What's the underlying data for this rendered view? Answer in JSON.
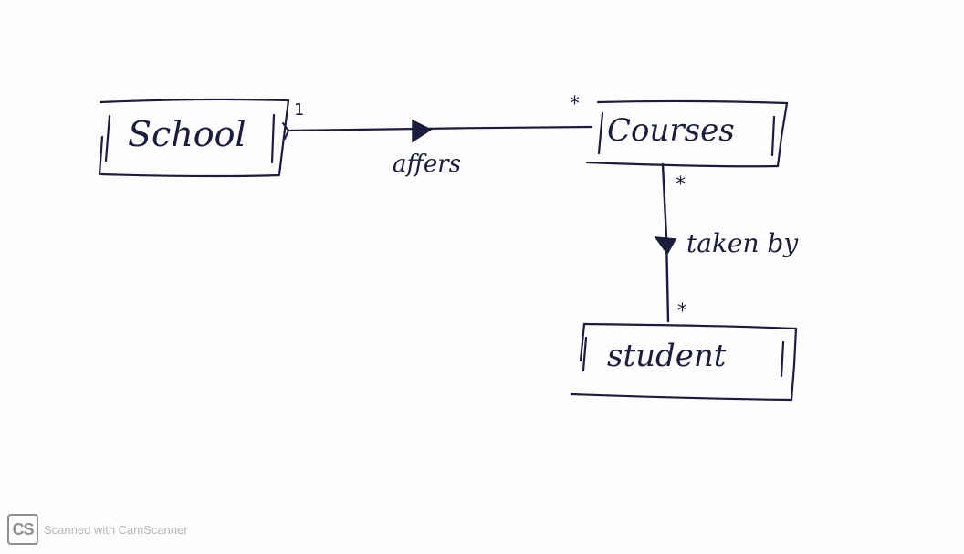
{
  "diagram": {
    "entities": [
      {
        "id": "school",
        "label": "School"
      },
      {
        "id": "courses",
        "label": "Courses"
      },
      {
        "id": "student",
        "label": "student"
      }
    ],
    "relationships": [
      {
        "label": "affers",
        "from": "school",
        "to": "courses",
        "from_multiplicity": "1",
        "to_multiplicity": "*"
      },
      {
        "label": "taken by",
        "from": "courses",
        "to": "student",
        "from_multiplicity": "*",
        "to_multiplicity": "*"
      }
    ]
  },
  "watermark": {
    "logo": "CS",
    "text": "Scanned with CamScanner"
  }
}
